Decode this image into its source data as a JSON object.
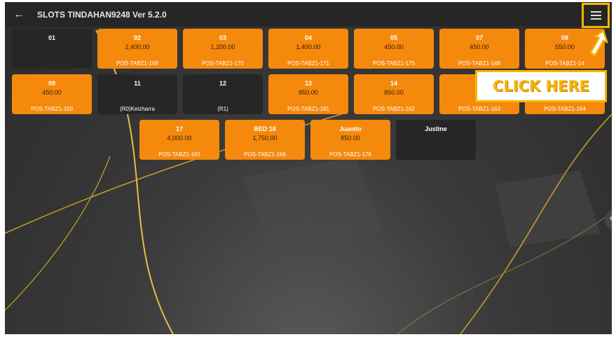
{
  "header": {
    "title": "SLOTS TINDAHAN9248 Ver 5.2.0",
    "back_icon": "arrow-left-icon",
    "menu_icon": "hamburger-menu-icon"
  },
  "colors": {
    "active": "#f5890c",
    "inactive": "#262626",
    "highlight": "#f7b500"
  },
  "tables": [
    {
      "name": "01",
      "amount": "",
      "code": "",
      "active": false
    },
    {
      "name": "02",
      "amount": "2,400.00",
      "code": "POS-TABZ1-168",
      "active": true
    },
    {
      "name": "03",
      "amount": "1,200.00",
      "code": "POS-TABZ1-170",
      "active": true
    },
    {
      "name": "04",
      "amount": "1,400.00",
      "code": "POS-TABZ1-171",
      "active": true
    },
    {
      "name": "05",
      "amount": "450.00",
      "code": "POS-TABZ1-175",
      "active": true
    },
    {
      "name": "07",
      "amount": "450.00",
      "code": "POS-TABZ1-148",
      "active": true
    },
    {
      "name": "08",
      "amount": "550.00",
      "code": "POS-TABZ1-14",
      "active": true
    },
    {
      "name": "09",
      "amount": "450.00",
      "code": "POS-TABZ1-150",
      "active": true
    },
    {
      "name": "11",
      "amount": "",
      "code": "(R0)Keizharra",
      "active": false
    },
    {
      "name": "12",
      "amount": "",
      "code": "(R1)",
      "active": false
    },
    {
      "name": "13",
      "amount": "850.00",
      "code": "POS-TABZ1-161",
      "active": true
    },
    {
      "name": "14",
      "amount": "850.00",
      "code": "POS-TABZ1-162",
      "active": true
    },
    {
      "name": "",
      "amount": "",
      "code": "POS-TABZ1-163",
      "active": true
    },
    {
      "name": "",
      "amount": "",
      "code": "POS-TABZ1-164",
      "active": true
    },
    {
      "name": "17",
      "amount": "4,000.00",
      "code": "POS-TABZ1-165",
      "active": true
    },
    {
      "name": "BED 18",
      "amount": "1,750.00",
      "code": "POS-TABZ1-166",
      "active": true
    },
    {
      "name": "Juanito",
      "amount": "850.00",
      "code": "POS-TABZ1-176",
      "active": true
    },
    {
      "name": "Justine",
      "amount": "",
      "code": "",
      "active": false
    }
  ],
  "overlay": {
    "click_here": "CLICK HERE"
  },
  "fab_icon": "pencil-icon"
}
